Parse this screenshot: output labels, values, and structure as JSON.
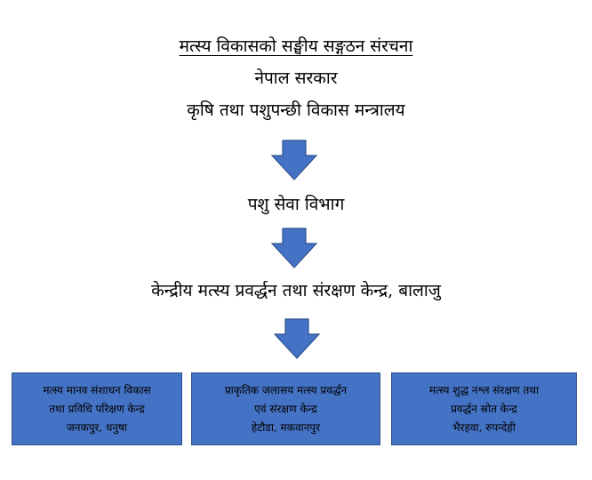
{
  "diagram": {
    "title": "मत्स्य विकासको सङ्घीय सङ्गठन संरचना",
    "government": "नेपाल सरकार",
    "ministry": "कृषि तथा पशुपन्छी विकास मन्त्रालय",
    "department": "पशु सेवा विभाग",
    "center": "केन्द्रीय मत्स्य प्रवर्द्धन तथा संरक्षण केन्द्र, बालाजु",
    "boxes": [
      {
        "line1": "मत्स्य मानव संशाधन विकास",
        "line2": "तथा प्रविधि परिक्षण केन्द्र",
        "line3": "जनकपुर, धनुषा"
      },
      {
        "line1": "प्राकृतिक जलासय मत्स्य प्रवर्द्धन",
        "line2": "एवं संरक्षण केन्द्र",
        "line3": "हेटौडा, मकवानपुर"
      },
      {
        "line1": "मत्स्य शुद्ध नश्ल संरक्षण तथा",
        "line2": "प्रवर्द्धन स्रोत केन्द्र",
        "line3": "भैरहवा, रुपन्देही"
      }
    ],
    "colors": {
      "fill": "#4472c4",
      "border": "#2f528f"
    }
  }
}
